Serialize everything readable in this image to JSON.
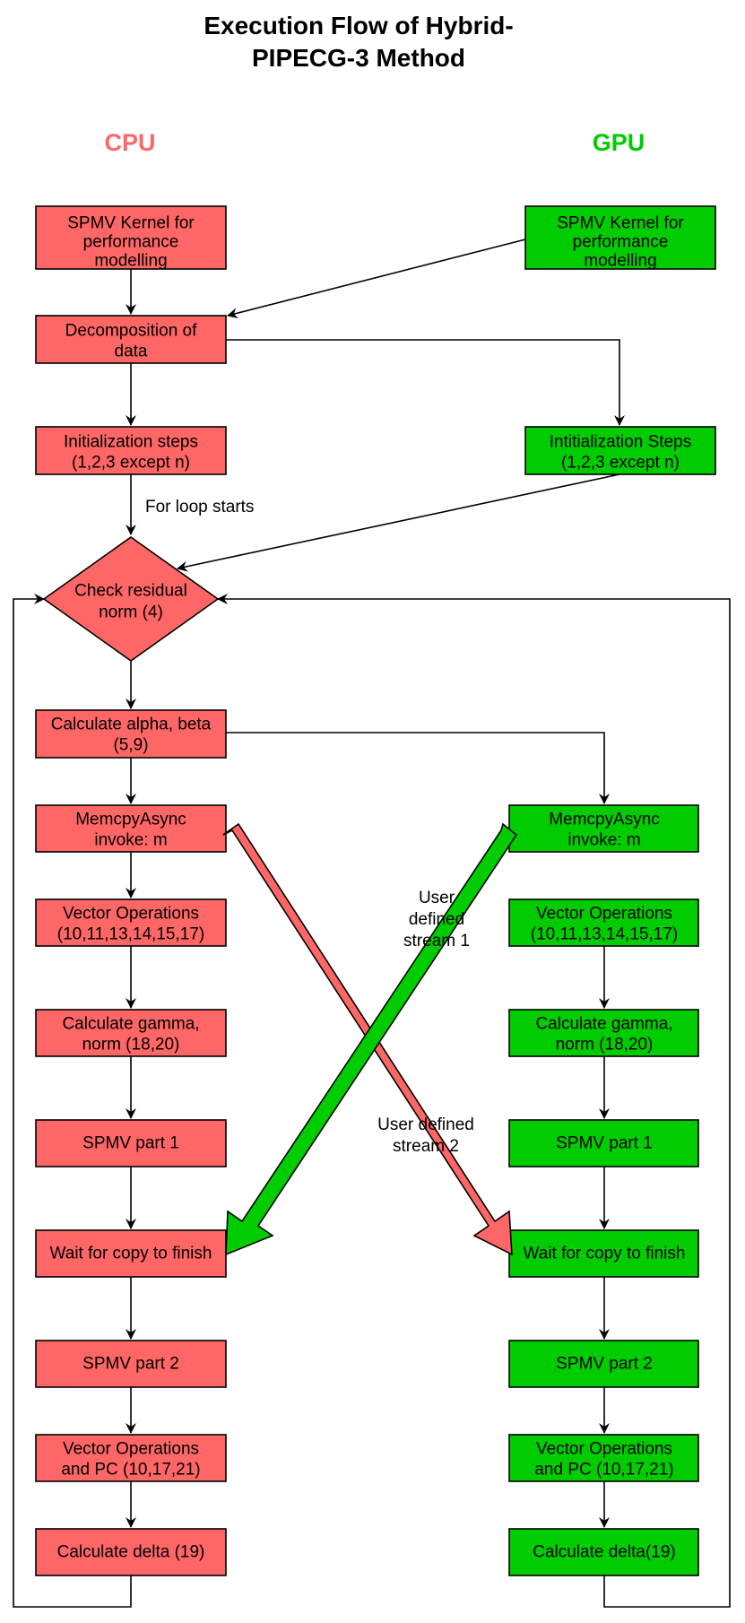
{
  "title": {
    "line1": "Execution Flow of Hybrid-",
    "line2": "PIPECG-3 Method"
  },
  "lanes": {
    "cpu": "CPU",
    "gpu": "GPU"
  },
  "colors": {
    "cpu": "#FF6666",
    "gpu": "#00CC00",
    "cpu_label": "#FF6666",
    "gpu_label": "#00CC00"
  },
  "cpu": {
    "spmv_kernel": [
      "SPMV Kernel for",
      "performance",
      "modelling"
    ],
    "decomposition": [
      "Decomposition of",
      "data"
    ],
    "init": [
      "Initialization steps",
      "(1,2,3 except n)"
    ],
    "check": [
      "Check residual",
      "norm (4)"
    ],
    "alpha_beta": [
      "Calculate alpha, beta",
      "(5,9)"
    ],
    "memcpy": [
      "MemcpyAsync",
      "invoke: m"
    ],
    "vector_ops": [
      "Vector Operations",
      "(10,11,13,14,15,17)"
    ],
    "gamma": [
      "Calculate gamma,",
      "norm (18,20)"
    ],
    "spmv1": [
      "SPMV part 1"
    ],
    "wait": [
      "Wait for copy to finish"
    ],
    "spmv2": [
      "SPMV part 2"
    ],
    "vector_pc": [
      "Vector Operations",
      "and PC (10,17,21)"
    ],
    "delta": [
      "Calculate delta (19)"
    ]
  },
  "gpu": {
    "spmv_kernel": [
      "SPMV Kernel for",
      "performance",
      "modelling"
    ],
    "init": [
      "Intitialization Steps",
      "(1,2,3 except n)"
    ],
    "memcpy": [
      "MemcpyAsync",
      "invoke: m"
    ],
    "vector_ops": [
      "Vector Operations",
      "(10,11,13,14,15,17)"
    ],
    "gamma": [
      "Calculate gamma,",
      "norm (18,20)"
    ],
    "spmv1": [
      "SPMV part 1"
    ],
    "wait": [
      "Wait for copy to finish"
    ],
    "spmv2": [
      "SPMV part 2"
    ],
    "vector_pc": [
      "Vector Operations",
      "and PC (10,17,21)"
    ],
    "delta": [
      "Calculate delta(19)"
    ]
  },
  "labels": {
    "for_loop": "For loop starts",
    "stream1": [
      "User",
      "defined",
      "stream 1"
    ],
    "stream2": [
      "User defined",
      "stream 2"
    ]
  }
}
